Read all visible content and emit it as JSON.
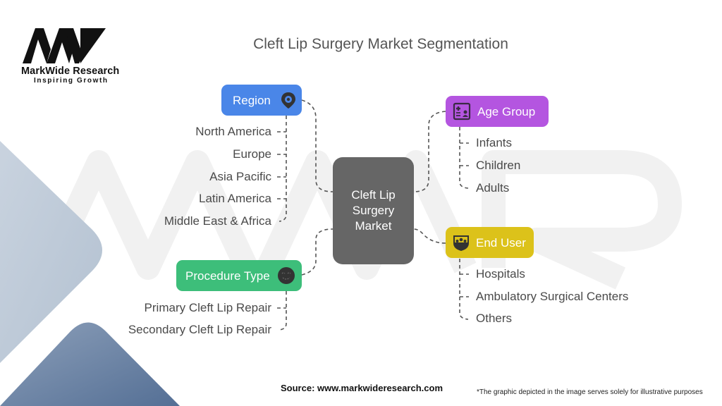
{
  "brand": {
    "logo_mark": "MWR",
    "name": "MarkWide Research",
    "tagline": "Inspiring Growth"
  },
  "title": "Cleft Lip Surgery Market Segmentation",
  "center": {
    "lines": [
      "Cleft Lip",
      "Surgery",
      "Market"
    ]
  },
  "segments": {
    "region": {
      "label": "Region",
      "icon": "location-gear-icon",
      "color": "#4A86E8",
      "items": [
        "North America",
        "Europe",
        "Asia Pacific",
        "Latin America",
        "Middle East & Africa"
      ]
    },
    "procedure_type": {
      "label": "Procedure Type",
      "icon": "face-icon",
      "color": "#3DBE7A",
      "items": [
        "Primary Cleft Lip Repair",
        "Secondary Cleft Lip Repair"
      ]
    },
    "age_group": {
      "label": "Age Group",
      "icon": "patient-chart-icon",
      "color": "#B455E0",
      "items": [
        "Infants",
        "Children",
        "Adults"
      ]
    },
    "end_user": {
      "label": "End User",
      "icon": "group-shield-icon",
      "color": "#DCC21A",
      "items": [
        "Hospitals",
        "Ambulatory Surgical Centers",
        "Others"
      ]
    }
  },
  "footer": {
    "source": "Source: www.markwideresearch.com",
    "note": "*The graphic depicted in the image serves solely for illustrative purposes"
  }
}
